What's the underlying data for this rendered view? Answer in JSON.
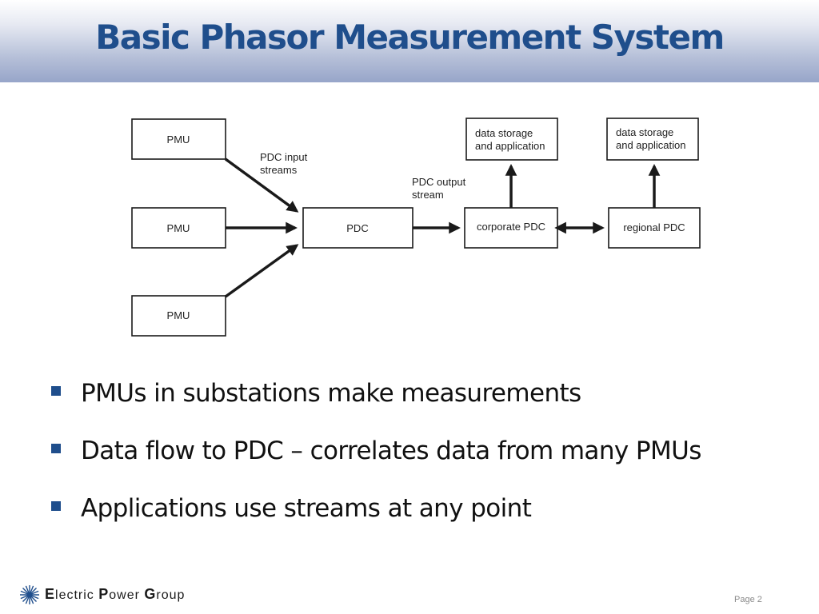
{
  "slide": {
    "title": "Basic Phasor Measurement System",
    "page": "Page 2"
  },
  "diagram": {
    "pmu_labels": [
      "PMU",
      "PMU",
      "PMU"
    ],
    "pdc_label": "PDC",
    "corporate_pdc_label": "corporate PDC",
    "regional_pdc_label": "regional PDC",
    "storage_1": [
      "data storage",
      "and application"
    ],
    "storage_2": [
      "data storage",
      "and application"
    ],
    "input_streams_label": [
      "PDC input",
      "streams"
    ],
    "output_stream_label": [
      "PDC output",
      "stream"
    ]
  },
  "bullets": [
    "PMUs in substations make measurements",
    "Data flow to PDC – correlates data from many PMUs",
    "Applications use streams at any point"
  ],
  "footer": {
    "logo_parts": [
      {
        "cap": "E",
        "rest": "lectric "
      },
      {
        "cap": "P",
        "rest": "ower "
      },
      {
        "cap": "G",
        "rest": "roup"
      }
    ],
    "logo_icon": "starburst-icon",
    "accent_color": "#1f4e8c"
  }
}
